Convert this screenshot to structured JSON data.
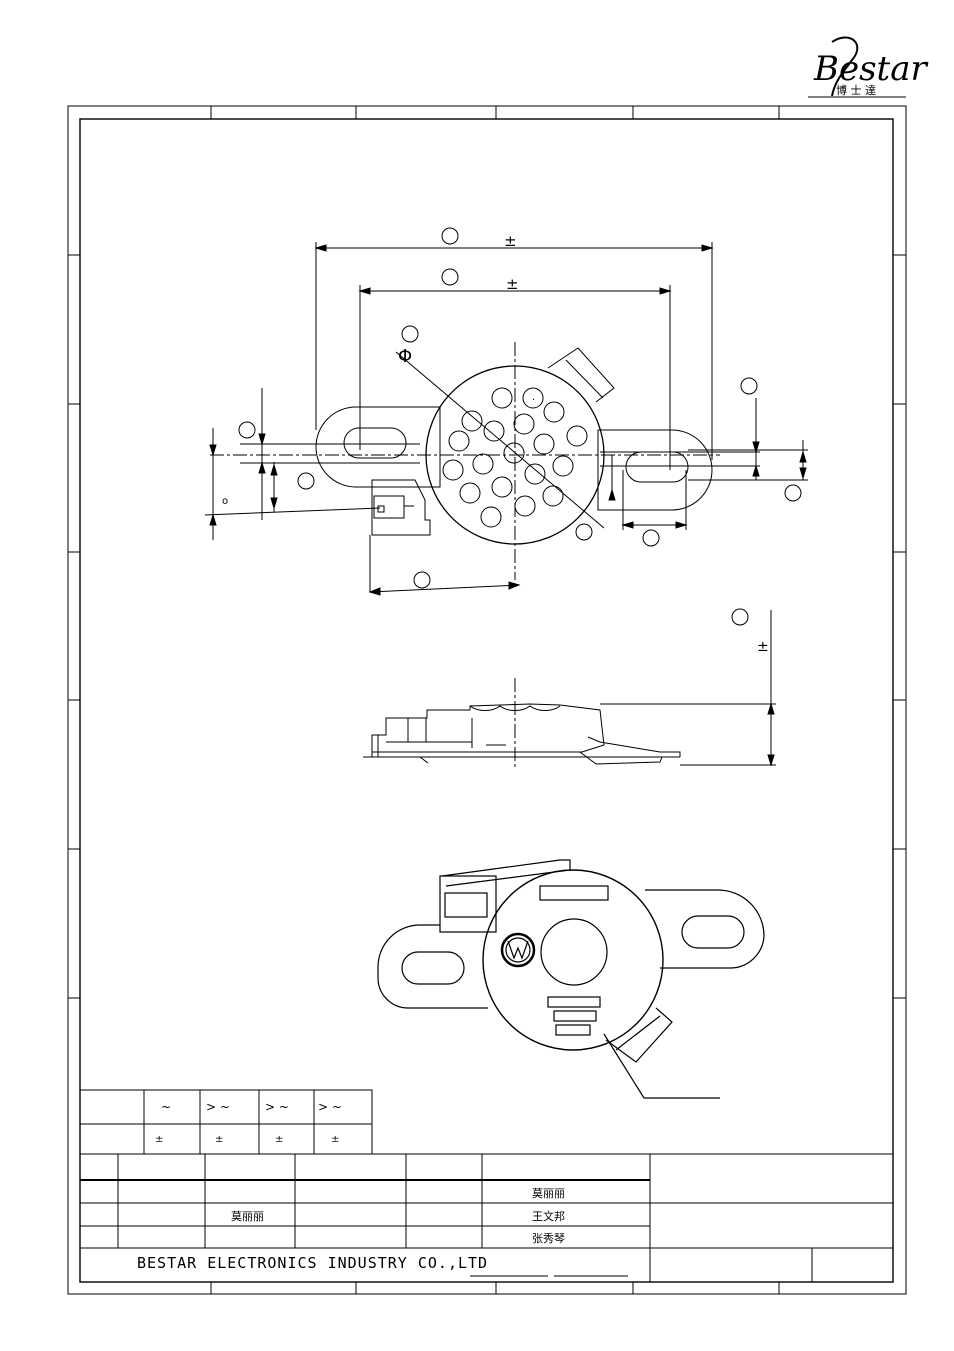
{
  "logo": {
    "word": "Bestar",
    "chinese": "博 士 達"
  },
  "dimension_symbols": {
    "plus_minus_1": "±",
    "plus_minus_2": "±",
    "diameter": "Φ",
    "plus_minus_3": "±",
    "small_circle_mark": "o",
    "small_dot_mark": "."
  },
  "tolerance_table": {
    "ranges": [
      "~",
      "> ~",
      "> ~",
      ">  ~"
    ],
    "tolerances": [
      "±",
      "±",
      "±",
      "±"
    ]
  },
  "title_block": {
    "names_col3": [
      "莫丽丽"
    ],
    "names_col6": [
      "莫丽丽",
      "王文邦",
      "张秀琴"
    ],
    "company": "BESTAR ELECTRONICS INDUSTRY CO.,LTD"
  }
}
